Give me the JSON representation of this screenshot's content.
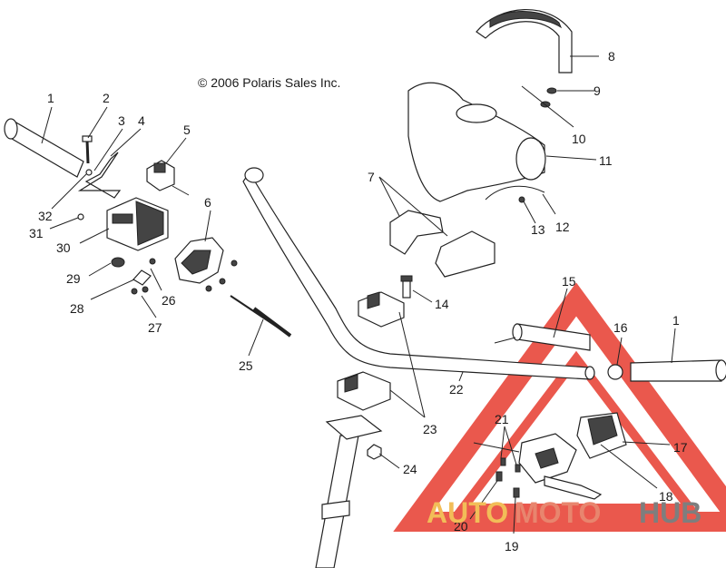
{
  "copyright": "© 2006 Polaris Sales Inc.",
  "callouts": [
    "1",
    "2",
    "3",
    "4",
    "5",
    "6",
    "7",
    "8",
    "9",
    "10",
    "11",
    "12",
    "13",
    "14",
    "15",
    "16",
    "1",
    "17",
    "18",
    "19",
    "20",
    "21",
    "22",
    "23",
    "24",
    "25",
    "26",
    "27",
    "28",
    "29",
    "30",
    "31",
    "32"
  ],
  "watermark": {
    "auto": "AUTO",
    "moto": "MOTO",
    "hub": "HUB",
    "colors": {
      "auto": "#f2bd58",
      "moto": "#e8856e",
      "hub": "#7e7e7e",
      "triangle": "#e8463a"
    }
  }
}
